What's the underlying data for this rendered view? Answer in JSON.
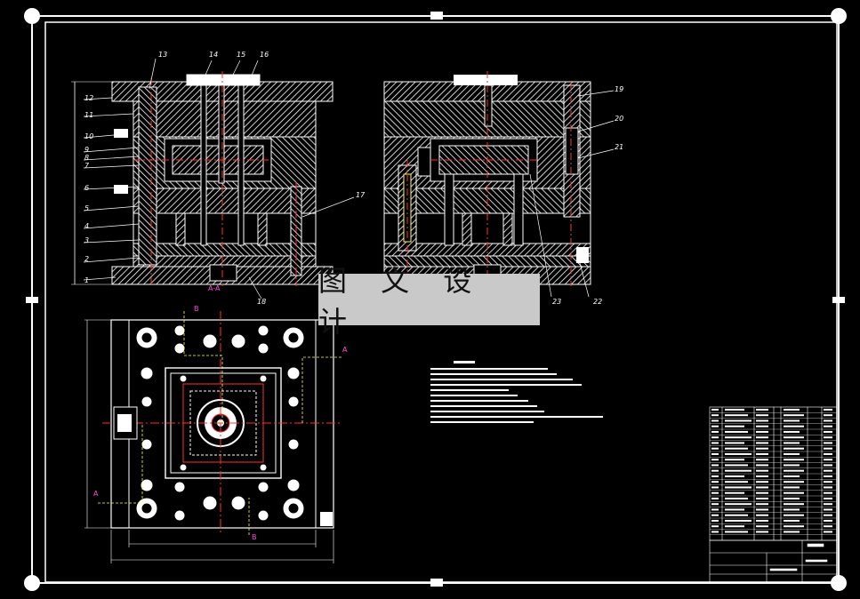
{
  "watermark": {
    "text": "图 文 设 计"
  },
  "callouts_left": [
    "1",
    "2",
    "3",
    "4",
    "5",
    "6",
    "7",
    "8",
    "9",
    "10",
    "11",
    "12",
    "13",
    "14",
    "15",
    "16",
    "17",
    "18"
  ],
  "callouts_right": [
    "19",
    "20",
    "21",
    "22",
    "23"
  ],
  "section_labels": {
    "aa": "A-A",
    "a": "A",
    "b": "B"
  },
  "colors": {
    "background": "#000000",
    "lines": "#ffffff",
    "hatch": "#ffffff",
    "centerline": "#ff3030",
    "section_marker": "#ff4fd8",
    "leader": "#ffff55",
    "hole_fill": "#ffffff",
    "watermark_bg": "#c9c9c9"
  },
  "icons": [
    "corner-circle-marker",
    "mid-edge-marker"
  ]
}
